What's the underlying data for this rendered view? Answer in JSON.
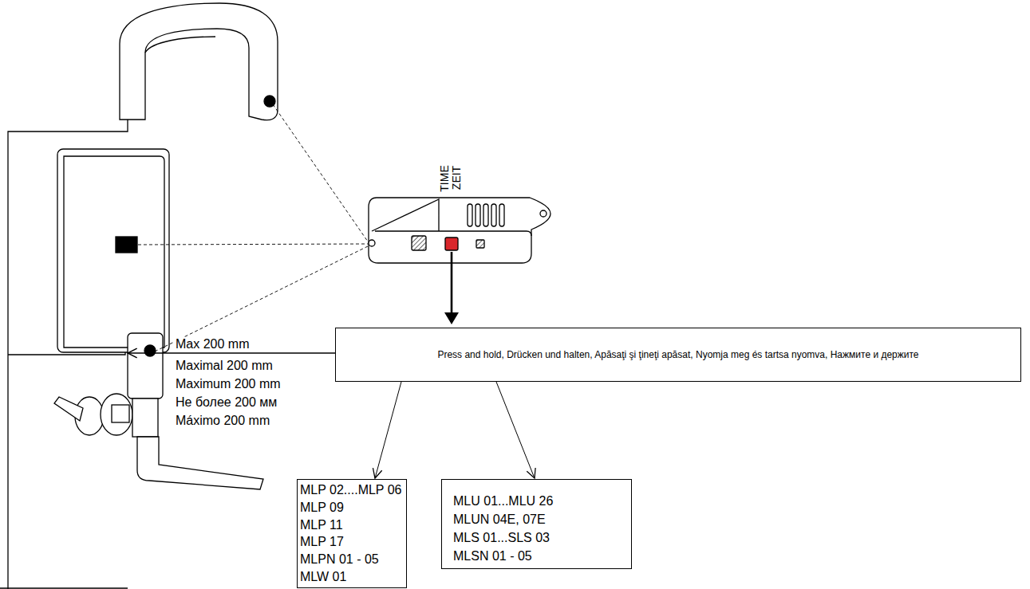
{
  "diagram": {
    "nodes": [
      {
        "text": [
          "Press and hold, Drücken und halten, Apăsaţi şi ţineţi apăsat, Nyomja meg és tartsa nyomva, Нажмите и держите"
        ]
      },
      {
        "text": [
          "MLP 02....MLP 06",
          "MLP 09",
          "MLP 11",
          "MLP 17",
          "MLPN 01 - 05",
          "MLW 01"
        ]
      },
      {
        "text": [
          "MLU 01...MLU 26",
          "MLUN 04E, 07E",
          "MLS 01...SLS 03",
          "MLSN 01 - 05"
        ]
      }
    ],
    "edges": [
      {
        "from": 0,
        "to": 1,
        "arrow": "to"
      },
      {
        "from": 0,
        "to": 2,
        "arrow": "to"
      }
    ],
    "labels": [
      "TIME",
      "ZEIT",
      "Max 200 mm",
      "Maximal 200 mm",
      "Maximum 200 mm",
      "Не более 200 мм",
      "Máximo 200 mm"
    ]
  }
}
